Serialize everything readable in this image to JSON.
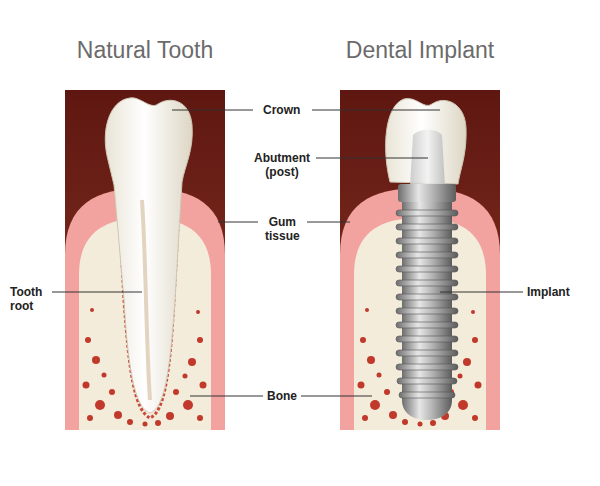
{
  "diagram": {
    "nodes": [
      {
        "text": [
          "Natural Tooth"
        ]
      },
      {
        "text": [
          "Dental Implant"
        ]
      }
    ],
    "labels": [
      "Crown",
      "Abutment (post)",
      "Gum tissue",
      "Tooth root",
      "Implant",
      "Bone"
    ]
  }
}
